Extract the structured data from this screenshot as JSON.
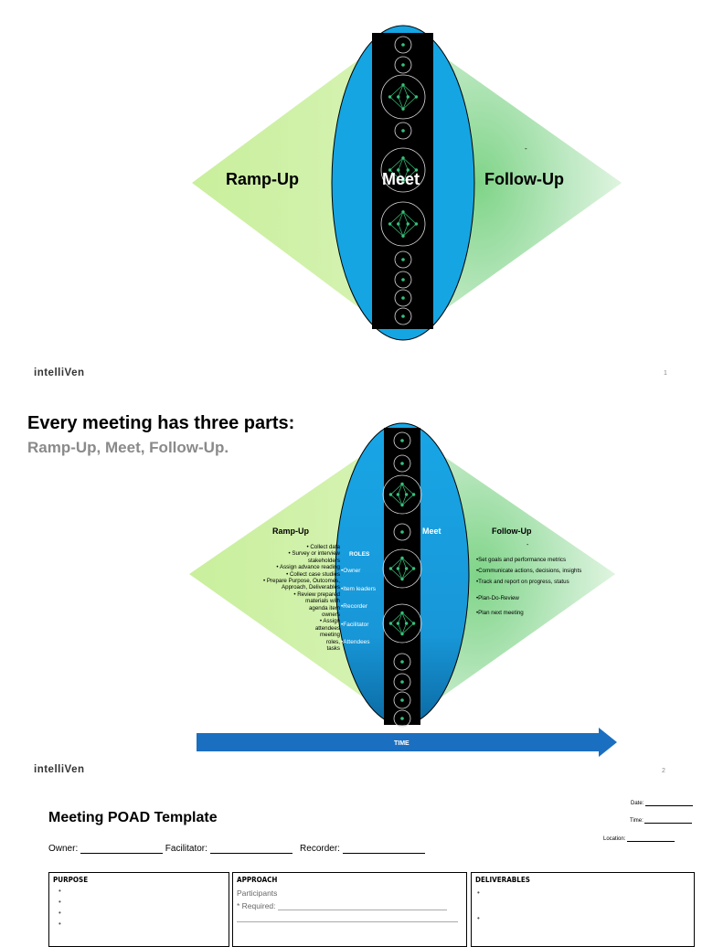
{
  "slide1": {
    "left_label": "Ramp-Up",
    "center_label": "Meet",
    "right_label": "Follow-Up",
    "right_mark": "-",
    "logo": "intelliVen",
    "page_number": "1"
  },
  "slide2": {
    "headline_line1": "Every meeting has three parts:",
    "headline_line2": "Ramp-Up, Meet, Follow-Up.",
    "ramp_title": "Ramp-Up",
    "meet_title": "Meet",
    "follow_title": "Follow-Up",
    "follow_mark": "-",
    "ramp_items": [
      "• Collect data",
      "• Survey or interview",
      "stakeholders",
      "• Assign advance reading",
      "• Collect case studies",
      "• Prepare Purpose, Outcomes,",
      "Approach, Deliverables",
      "• Review prepared",
      "materials with",
      "agenda item",
      "owners",
      "• Assign",
      "attendees",
      "meeting",
      "roles,",
      "tasks"
    ],
    "roles_title": "ROLES",
    "roles": [
      "•Owner",
      "•Item leaders",
      "•Recorder",
      "•Facilitator",
      "•Attendees"
    ],
    "follow_items": [
      "•Set goals and performance metrics",
      "•Communicate actions, decisions, insights",
      "•Track and report on progress, status",
      "•Plan-Do-Review",
      "•Plan next meeting"
    ],
    "time_label": "TIME",
    "logo": "intelliVen",
    "page_number": "2"
  },
  "slide3": {
    "title": "Meeting POAD Template",
    "date_label": "Date:",
    "time_label": "Time:",
    "location_label": "Location:",
    "owner_label": "Owner:",
    "facilitator_label": "Facilitator:",
    "recorder_label": "Recorder:",
    "purpose_header": "PURPOSE",
    "purpose_bullets": [
      "•",
      "•",
      "•",
      "•"
    ],
    "approach_header": "APPROACH",
    "participants_label": "Participants",
    "required_label": "* Required:",
    "deliverables_header": "DELIVERABLES",
    "deliverables_bullets": [
      "•",
      "•"
    ]
  },
  "colors": {
    "green_diamond": "#c6eeb0",
    "green_glow": "#86d68c",
    "blue_ellipse": "#1aa3e0",
    "black_band": "#000000",
    "node_green": "#35c27a",
    "time_arrow": "#1b6fc0",
    "gray_text": "#8a8a8a"
  }
}
